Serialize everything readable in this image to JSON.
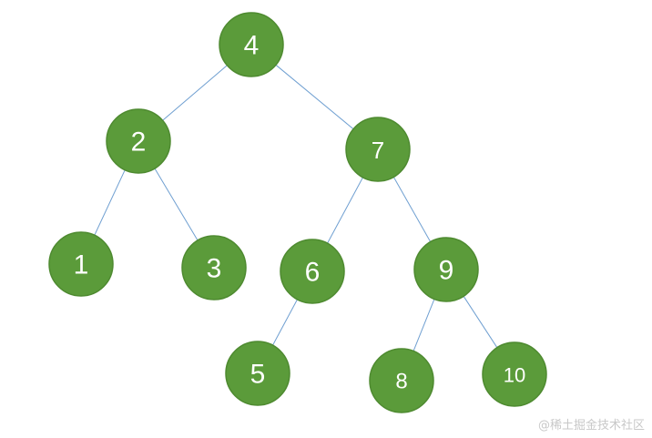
{
  "tree": {
    "nodes": [
      {
        "id": "n4",
        "label": "4"
      },
      {
        "id": "n2",
        "label": "2"
      },
      {
        "id": "n7",
        "label": "7"
      },
      {
        "id": "n1",
        "label": "1"
      },
      {
        "id": "n3",
        "label": "3"
      },
      {
        "id": "n6",
        "label": "6"
      },
      {
        "id": "n9",
        "label": "9"
      },
      {
        "id": "n5",
        "label": "5"
      },
      {
        "id": "n8",
        "label": "8"
      },
      {
        "id": "n10",
        "label": "10"
      }
    ],
    "edges": [
      {
        "from": "4",
        "to": "2"
      },
      {
        "from": "4",
        "to": "7"
      },
      {
        "from": "2",
        "to": "1"
      },
      {
        "from": "2",
        "to": "3"
      },
      {
        "from": "7",
        "to": "6"
      },
      {
        "from": "7",
        "to": "9"
      },
      {
        "from": "6",
        "to": "5"
      },
      {
        "from": "9",
        "to": "8"
      },
      {
        "from": "9",
        "to": "10"
      }
    ]
  },
  "watermark": "@稀土掘金技术社区",
  "colors": {
    "node_fill": "#5b9b3a",
    "node_stroke": "#4e8a30",
    "edge": "#6f9fd1",
    "label": "#ffffff"
  }
}
